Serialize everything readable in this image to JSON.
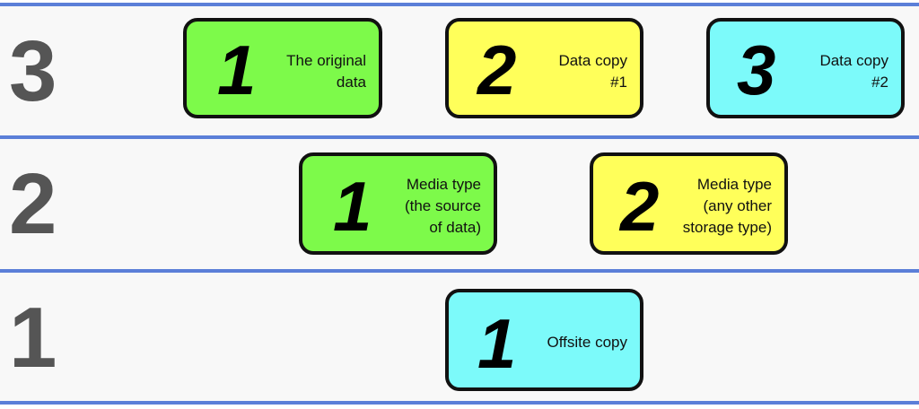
{
  "colors": {
    "green": "#7dfa4a",
    "yellow": "#ffff5a",
    "cyan": "#7cfafa",
    "divider": "#5b7fd8",
    "level_number": "#555555"
  },
  "rows": [
    {
      "level": "3",
      "cards": [
        {
          "digit": "1",
          "label": "The original\ndata",
          "color": "green"
        },
        {
          "digit": "2",
          "label": "Data copy\n#1",
          "color": "yellow"
        },
        {
          "digit": "3",
          "label": "Data copy\n#2",
          "color": "cyan"
        }
      ]
    },
    {
      "level": "2",
      "cards": [
        {
          "digit": "1",
          "label": "Media type\n(the source\nof data)",
          "color": "green"
        },
        {
          "digit": "2",
          "label": "Media type\n(any other\nstorage type)",
          "color": "yellow"
        }
      ]
    },
    {
      "level": "1",
      "cards": [
        {
          "digit": "1",
          "label": "Offsite copy",
          "color": "cyan"
        }
      ]
    }
  ]
}
